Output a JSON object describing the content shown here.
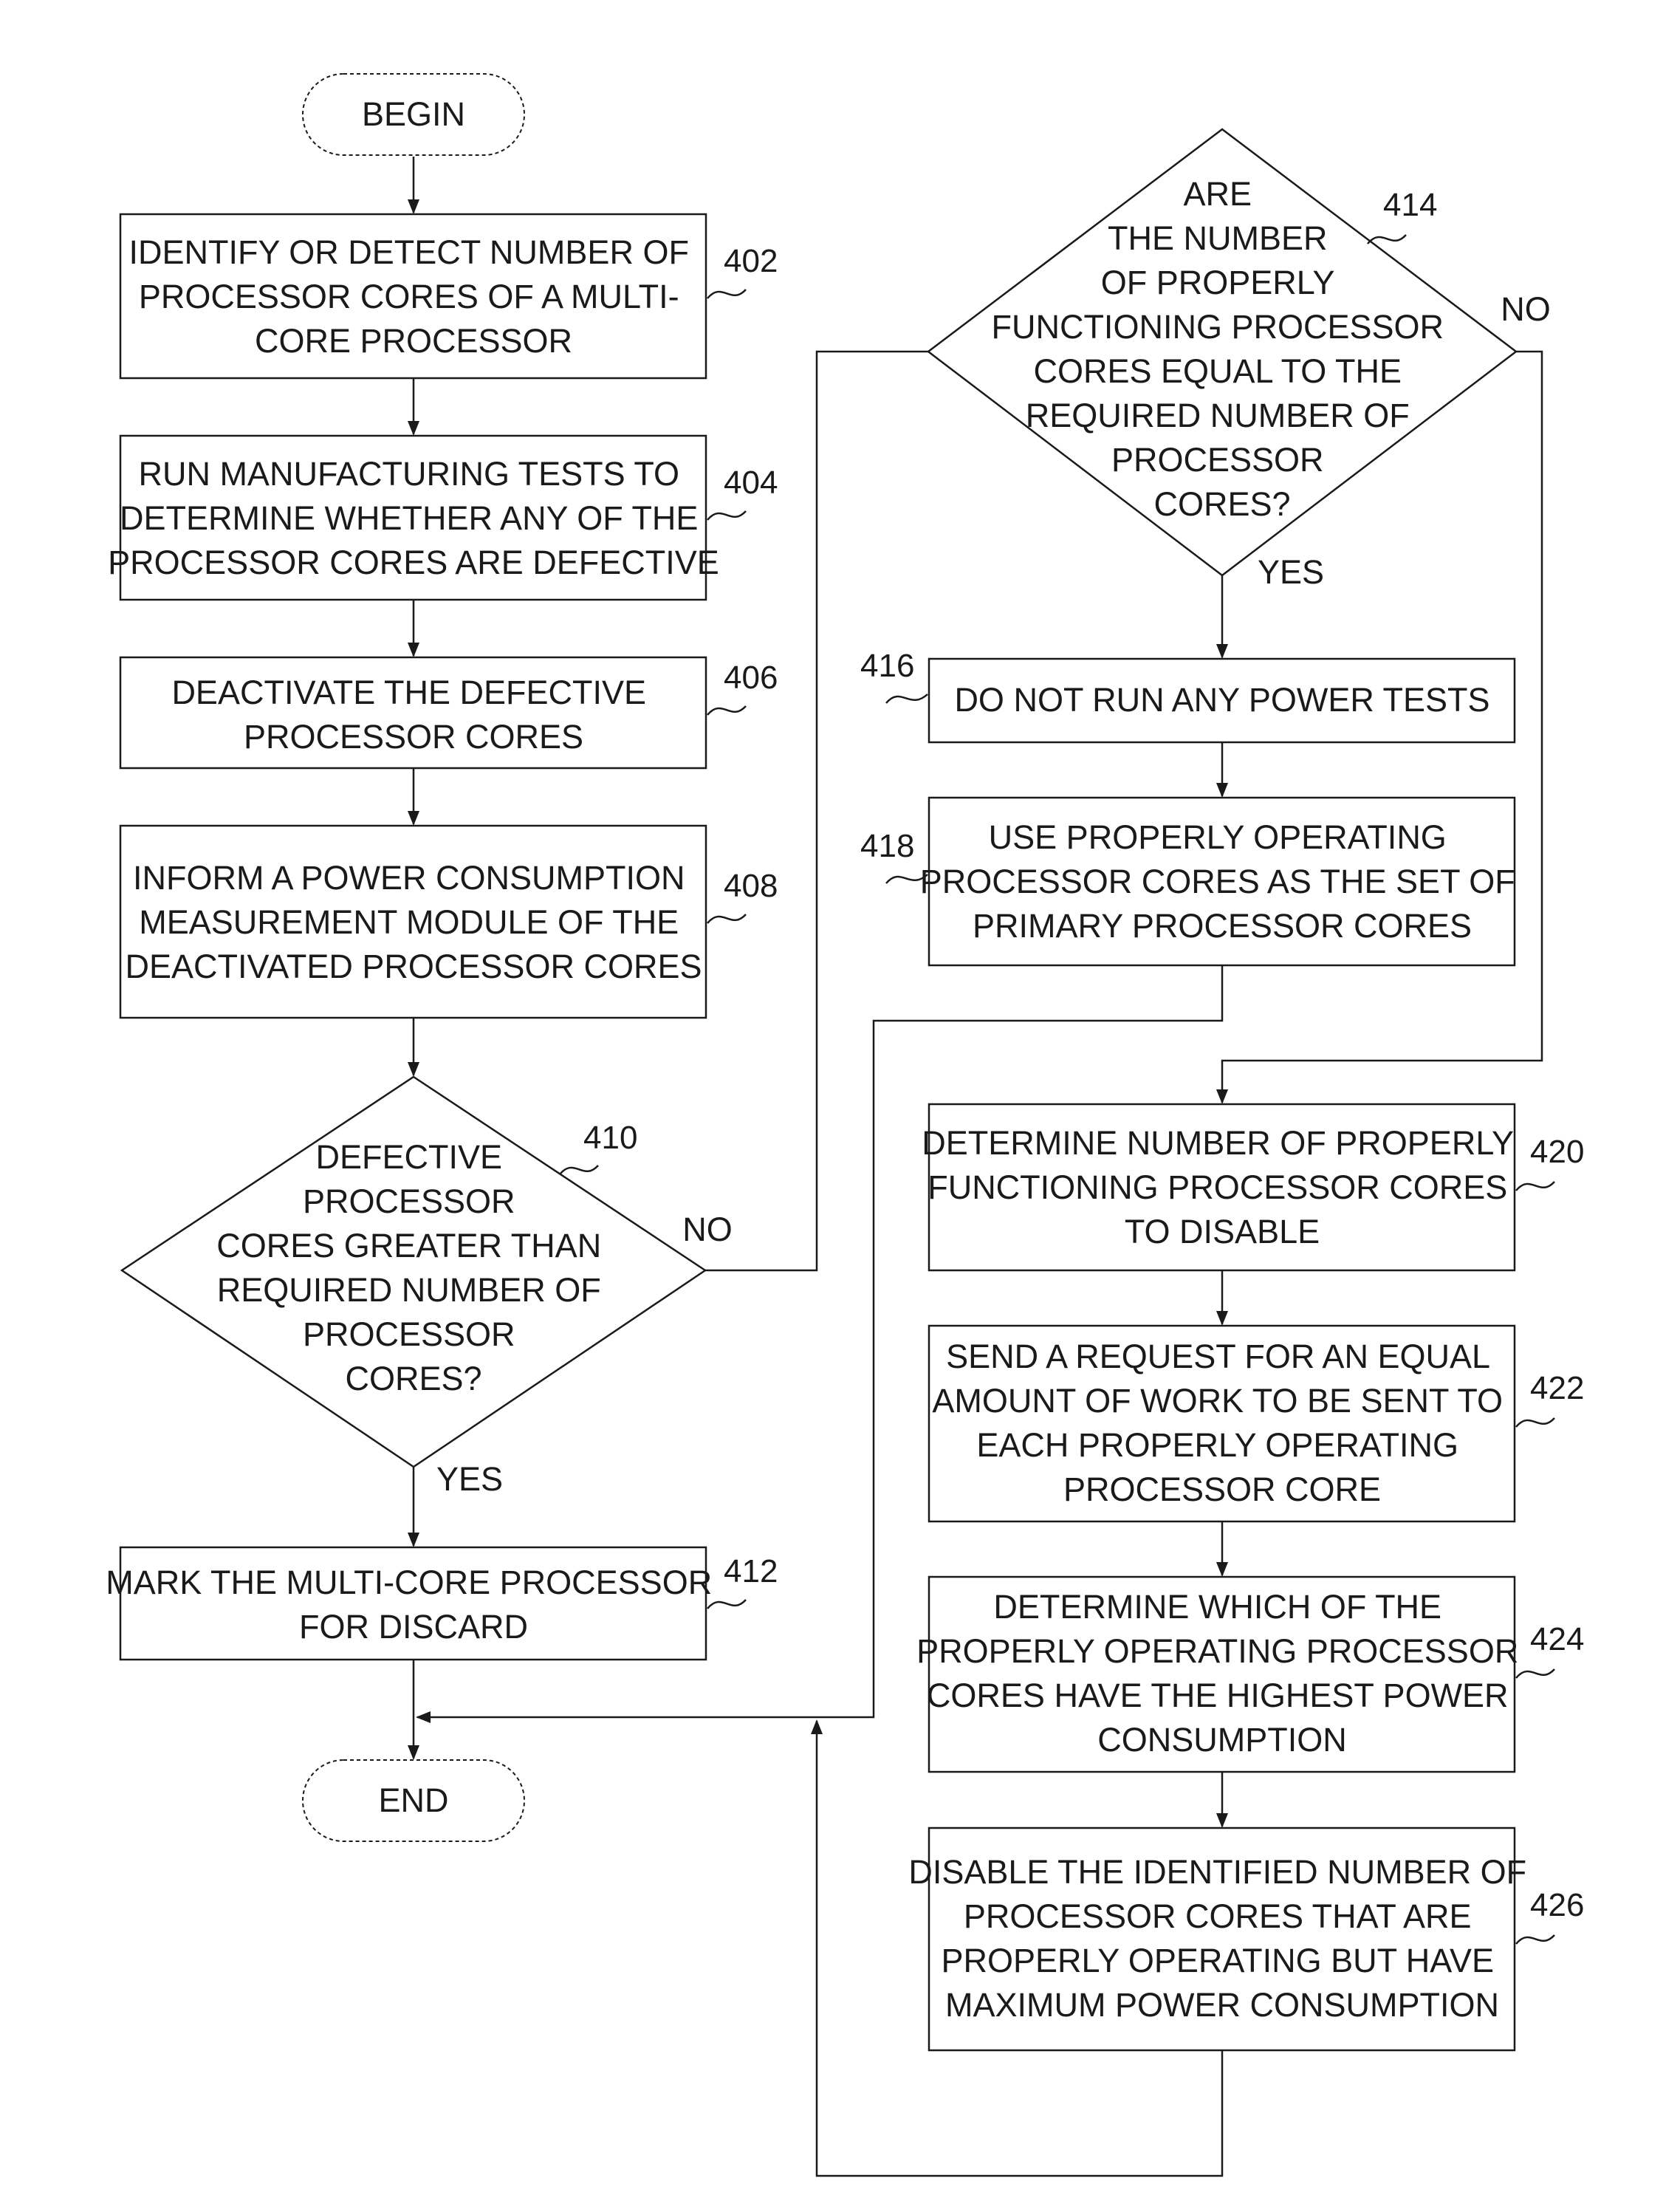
{
  "terminals": {
    "begin": "BEGIN",
    "end": "END"
  },
  "steps": {
    "s402": {
      "ref": "402",
      "lines": [
        "IDENTIFY OR DETECT NUMBER OF",
        "PROCESSOR CORES OF A MULTI-",
        "CORE PROCESSOR"
      ]
    },
    "s404": {
      "ref": "404",
      "lines": [
        "RUN MANUFACTURING TESTS TO",
        "DETERMINE WHETHER ANY OF THE",
        "PROCESSOR CORES ARE DEFECTIVE"
      ]
    },
    "s406": {
      "ref": "406",
      "lines": [
        "DEACTIVATE THE DEFECTIVE",
        "PROCESSOR CORES"
      ]
    },
    "s408": {
      "ref": "408",
      "lines": [
        "INFORM A POWER CONSUMPTION",
        "MEASUREMENT MODULE OF THE",
        "DEACTIVATED PROCESSOR CORES"
      ]
    },
    "s410": {
      "ref": "410",
      "lines": [
        "DEFECTIVE",
        "PROCESSOR",
        "CORES GREATER THAN",
        "REQUIRED NUMBER OF",
        "PROCESSOR",
        "CORES?"
      ]
    },
    "s412": {
      "ref": "412",
      "lines": [
        "MARK THE MULTI-CORE PROCESSOR",
        "FOR DISCARD"
      ]
    },
    "s414": {
      "ref": "414",
      "lines": [
        "ARE",
        "THE NUMBER",
        "OF PROPERLY",
        "FUNCTIONING PROCESSOR",
        "CORES EQUAL TO THE",
        "REQUIRED NUMBER OF",
        "PROCESSOR",
        "CORES?"
      ]
    },
    "s416": {
      "ref": "416",
      "lines": [
        "DO NOT RUN ANY POWER TESTS"
      ]
    },
    "s418": {
      "ref": "418",
      "lines": [
        "USE PROPERLY OPERATING",
        "PROCESSOR CORES AS THE SET OF",
        "PRIMARY PROCESSOR CORES"
      ]
    },
    "s420": {
      "ref": "420",
      "lines": [
        "DETERMINE NUMBER OF PROPERLY",
        "FUNCTIONING PROCESSOR CORES",
        "TO DISABLE"
      ]
    },
    "s422": {
      "ref": "422",
      "lines": [
        "SEND A REQUEST FOR AN EQUAL",
        "AMOUNT OF WORK TO BE SENT TO",
        "EACH PROPERLY OPERATING",
        "PROCESSOR CORE"
      ]
    },
    "s424": {
      "ref": "424",
      "lines": [
        "DETERMINE WHICH OF THE",
        "PROPERLY OPERATING PROCESSOR",
        "CORES HAVE THE HIGHEST POWER",
        "CONSUMPTION"
      ]
    },
    "s426": {
      "ref": "426",
      "lines": [
        "DISABLE THE IDENTIFIED NUMBER OF",
        "PROCESSOR CORES THAT ARE",
        "PROPERLY OPERATING BUT HAVE",
        "MAXIMUM POWER CONSUMPTION"
      ]
    }
  },
  "branches": {
    "d410_no": "NO",
    "d410_yes": "YES",
    "d414_no": "NO",
    "d414_yes": "YES"
  }
}
